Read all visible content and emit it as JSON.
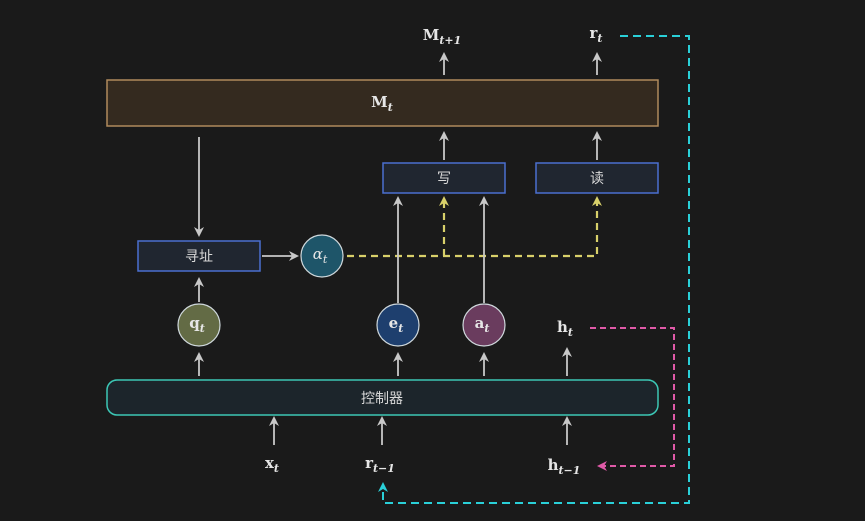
{
  "memory": {
    "label": "M",
    "sub": "t"
  },
  "memory_next": {
    "label": "M",
    "sub": "t+1"
  },
  "read_vector": {
    "label": "r",
    "sub": "t"
  },
  "write_box": {
    "label": "写"
  },
  "read_box": {
    "label": "读"
  },
  "addressing_box": {
    "label": "寻址"
  },
  "controller_box": {
    "label": "控制器"
  },
  "alpha_node": {
    "label": "α",
    "sub": "t"
  },
  "q_node": {
    "label": "q",
    "sub": "t"
  },
  "e_node": {
    "label": "e",
    "sub": "t"
  },
  "a_node": {
    "label": "a",
    "sub": "t"
  },
  "h_output": {
    "label": "h",
    "sub": "t"
  },
  "x_input": {
    "label": "x",
    "sub": "t"
  },
  "r_input": {
    "label": "r",
    "sub": "t−1"
  },
  "h_input": {
    "label": "h",
    "sub": "t−1"
  },
  "colors": {
    "background": "#1a1a1a",
    "memory_fill": "#342a1f",
    "memory_stroke": "#b08a5c",
    "box_fill": "#202630",
    "box_stroke": "#4a6fd0",
    "controller_fill": "#1c252b",
    "controller_stroke": "#3cc7b5",
    "q_node": "#636b45",
    "e_node": "#1e3f6e",
    "a_node": "#6a3c5e",
    "alpha_node": "#1e5569",
    "arrow_gray": "#c8c8c8",
    "dash_yellow": "#d8d06a",
    "dash_cyan": "#2ad0d8",
    "dash_pink": "#e05aa8"
  }
}
